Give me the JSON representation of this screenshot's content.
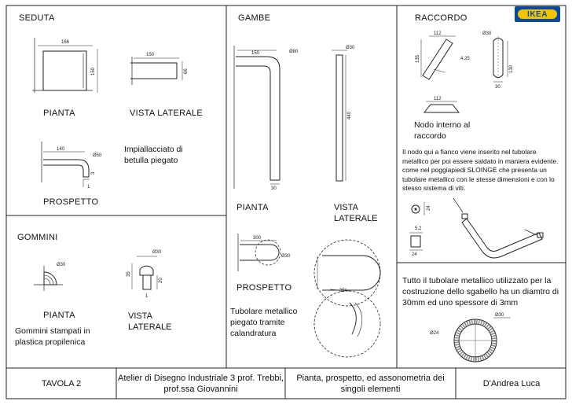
{
  "sections": {
    "seduta": "SEDUTA",
    "gambe": "GAMBE",
    "raccordo": "RACCORDO",
    "gommini": "GOMMINI"
  },
  "brand": {
    "logo_text": "IKEA",
    "blue": "#0b4a9a",
    "yellow": "#f3c500"
  },
  "seduta": {
    "pianta_label": "PIANTA",
    "vista_laterale_label": "VISTA LATERALE",
    "prospetto_label": "PROSPETTO",
    "note": "Impiallacciato di betulla piegato",
    "dims": {
      "d166": "166",
      "d150_pianta": "150",
      "d150_lat": "150",
      "d66": "66",
      "d140": "140",
      "d50": "Ø50",
      "d3": "3",
      "d1": "1"
    }
  },
  "gambe": {
    "pianta_label": "PIANTA",
    "vista_laterale_label": "VISTA LATERALE",
    "prospetto_label": "PROSPETTO",
    "note": "Tubolare metallico piegato tramite calandratura",
    "dims": {
      "d150": "150",
      "d80": "Ø80",
      "d30_top": "Ø30",
      "d440": "440",
      "d30_bottom": "30",
      "d300": "300",
      "d30_prosp": "Ø30",
      "angle": "35°"
    }
  },
  "raccordo": {
    "nodo_label": "Nodo interno al raccordo",
    "note": "Il nodo qui a fianco viene inserito nel tubolare metallico per poi essere saldato in maniera evidente. come nel poggiapiedi SLOINGE che presenta un tubolare metallico con le stesse dimensioni e con lo stesso sistema di viti.",
    "dims": {
      "d112_top": "112",
      "d30_top": "Ø30",
      "d135": "135",
      "d425": "4,25",
      "d130": "130",
      "d30_side": "30",
      "d112_nodo": "112",
      "d24_a": "24",
      "d52": "5,2",
      "d24_b": "24"
    }
  },
  "gommini": {
    "pianta_label": "PIANTA",
    "vista_laterale_label": "VISTA LATERALE",
    "note": "Gommini stampati in plastica propilenica",
    "dims": {
      "d30_pianta": "Ø30",
      "d30_lat": "Ø30",
      "d35": "35",
      "d20": "20",
      "d1": "1"
    }
  },
  "tubolare": {
    "note": "Tutto il tubolare metallico utilizzato per la costruzione dello sgabello ha un diamtro di 30mm ed uno spessore di 3mm",
    "dims": {
      "d30": "Ø30",
      "d24": "Ø24"
    }
  },
  "title_block": {
    "tavola": "TAVOLA 2",
    "atelier": "Atelier di Disegno Industriale 3 prof. Trebbi, prof.ssa Giovannini",
    "subject": "Pianta, prospetto, ed assonometria dei singoli elementi",
    "author": "D'Andrea Luca"
  }
}
